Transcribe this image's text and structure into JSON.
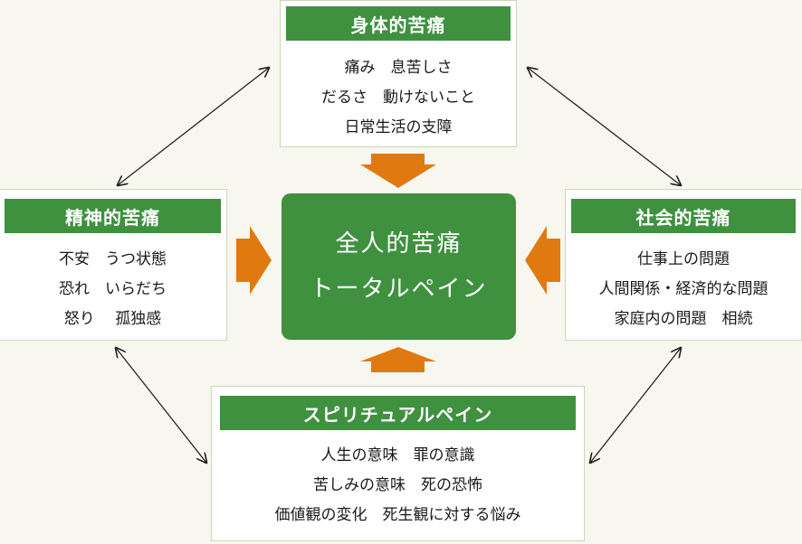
{
  "physical": {
    "title": "身体的苦痛",
    "lines": [
      "痛み　息苦しさ",
      "だるさ　動けないこと",
      "日常生活の支障"
    ]
  },
  "mental": {
    "title": "精神的苦痛",
    "lines": [
      "不安　うつ状態",
      "恐れ　いらだち",
      "怒り　 孤独感"
    ]
  },
  "social": {
    "title": "社会的苦痛",
    "lines": [
      "仕事上の問題",
      "人間関係・経済的な問題",
      "家庭内の問題　相続"
    ]
  },
  "spiritual": {
    "title": "スピリチュアルペイン",
    "lines": [
      "人生の意味　罪の意識",
      "苦しみの意味　死の恐怖",
      "価値観の変化　死生観に対する悩み"
    ]
  },
  "center": {
    "lines": [
      "全人的苦痛",
      "トータルペイン"
    ]
  },
  "colors": {
    "green": "#3f9140",
    "orange": "#e07a10",
    "background": "#f8f7ef"
  }
}
